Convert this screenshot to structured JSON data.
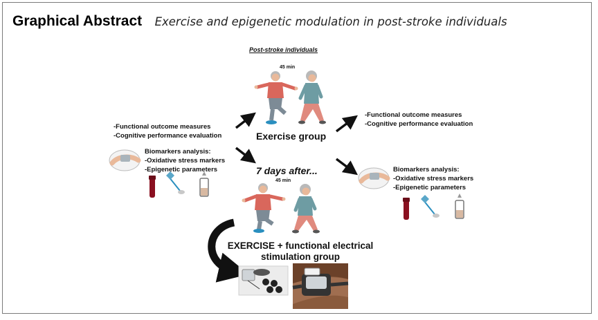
{
  "header": {
    "title": "Graphical Abstract",
    "subtitle": "Exercise and epigenetic modulation in post-stroke individuals"
  },
  "diagram": {
    "top_label": "Post-stroke individuals",
    "duration_top": "45 min",
    "duration_bottom": "45 min",
    "exercise_group": "Exercise group",
    "seven_days": "7 days after...",
    "fes_group_line1": "EXERCISE + functional electrical",
    "fes_group_line2": "stimulation group",
    "left_measures": [
      "-Functional outcome measures",
      "-Cognitive performance evaluation"
    ],
    "left_biomarkers": [
      "Biomarkers analysis:",
      "-Oxidative stress markers",
      "-Epigenetic parameters"
    ],
    "right_measures": [
      "-Functional outcome measures",
      "-Cognitive performance evaluation"
    ],
    "right_biomarkers": [
      "Biomarkers analysis:",
      "-Oxidative stress markers",
      "-Epigenetic parameters"
    ]
  },
  "colors": {
    "arrow": "#111111",
    "shirt_man": "#d9675c",
    "shirt_woman": "#6e9ca3",
    "skin": "#e9b99a",
    "hair": "#b9b9b9",
    "pants_man": "#7d8b96",
    "pants_woman": "#e08a7e",
    "blood": "#8a1020"
  },
  "icons": [
    "person-balancing-icon",
    "person-walking-icon",
    "arrow-icon",
    "blood-sample-icon",
    "swab-icon",
    "test-tube-icon",
    "arm-band-icon",
    "electrode-kit-icon",
    "fes-device-on-leg-icon"
  ]
}
